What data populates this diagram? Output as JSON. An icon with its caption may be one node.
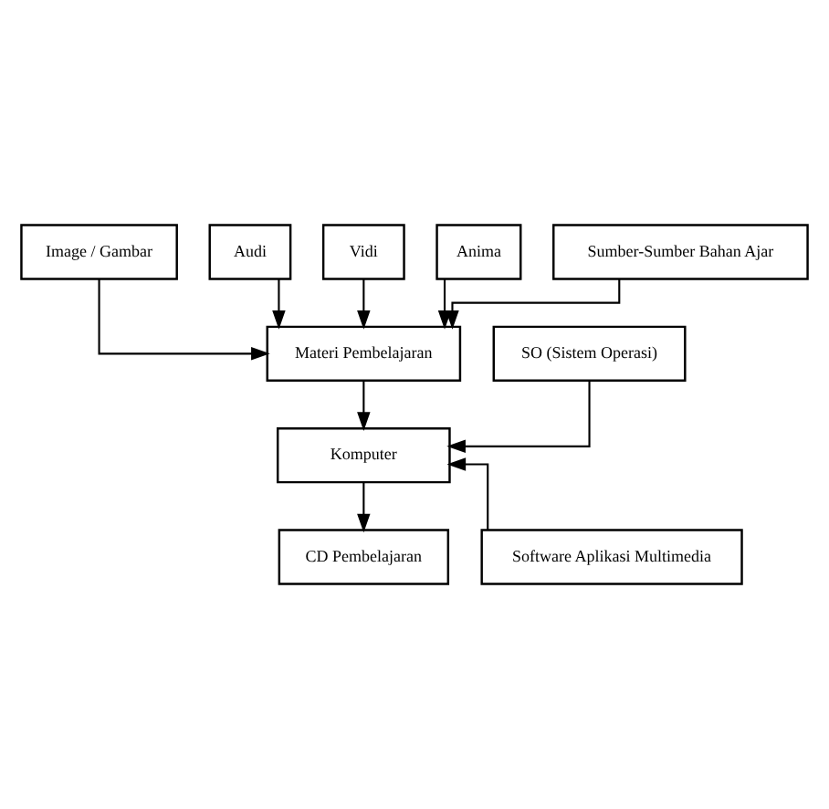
{
  "diagram": {
    "nodes": [
      {
        "text": [
          "Image / Gambar"
        ]
      },
      {
        "text": [
          "Audi"
        ]
      },
      {
        "text": [
          "Vidi"
        ]
      },
      {
        "text": [
          "Anima"
        ]
      },
      {
        "text": [
          "Sumber-Sumber Bahan Ajar"
        ]
      },
      {
        "text": [
          "Materi Pembelajaran"
        ]
      },
      {
        "text": [
          "SO (Sistem Operasi)"
        ]
      },
      {
        "text": [
          "Komputer"
        ]
      },
      {
        "text": [
          "Software Aplikasi Multimedia"
        ]
      },
      {
        "text": [
          "CD Pembelajaran"
        ]
      }
    ],
    "edges": [
      {
        "from": 0,
        "to": 5,
        "arrow": "to"
      },
      {
        "from": 1,
        "to": 5,
        "arrow": "to"
      },
      {
        "from": 2,
        "to": 5,
        "arrow": "to"
      },
      {
        "from": 3,
        "to": 5,
        "arrow": "to"
      },
      {
        "from": 4,
        "to": 5,
        "arrow": "to"
      },
      {
        "from": 5,
        "to": 7,
        "arrow": "to"
      },
      {
        "from": 6,
        "to": 7,
        "arrow": "to"
      },
      {
        "from": 8,
        "to": 7,
        "arrow": "to"
      },
      {
        "from": 7,
        "to": 9,
        "arrow": "to"
      }
    ]
  }
}
